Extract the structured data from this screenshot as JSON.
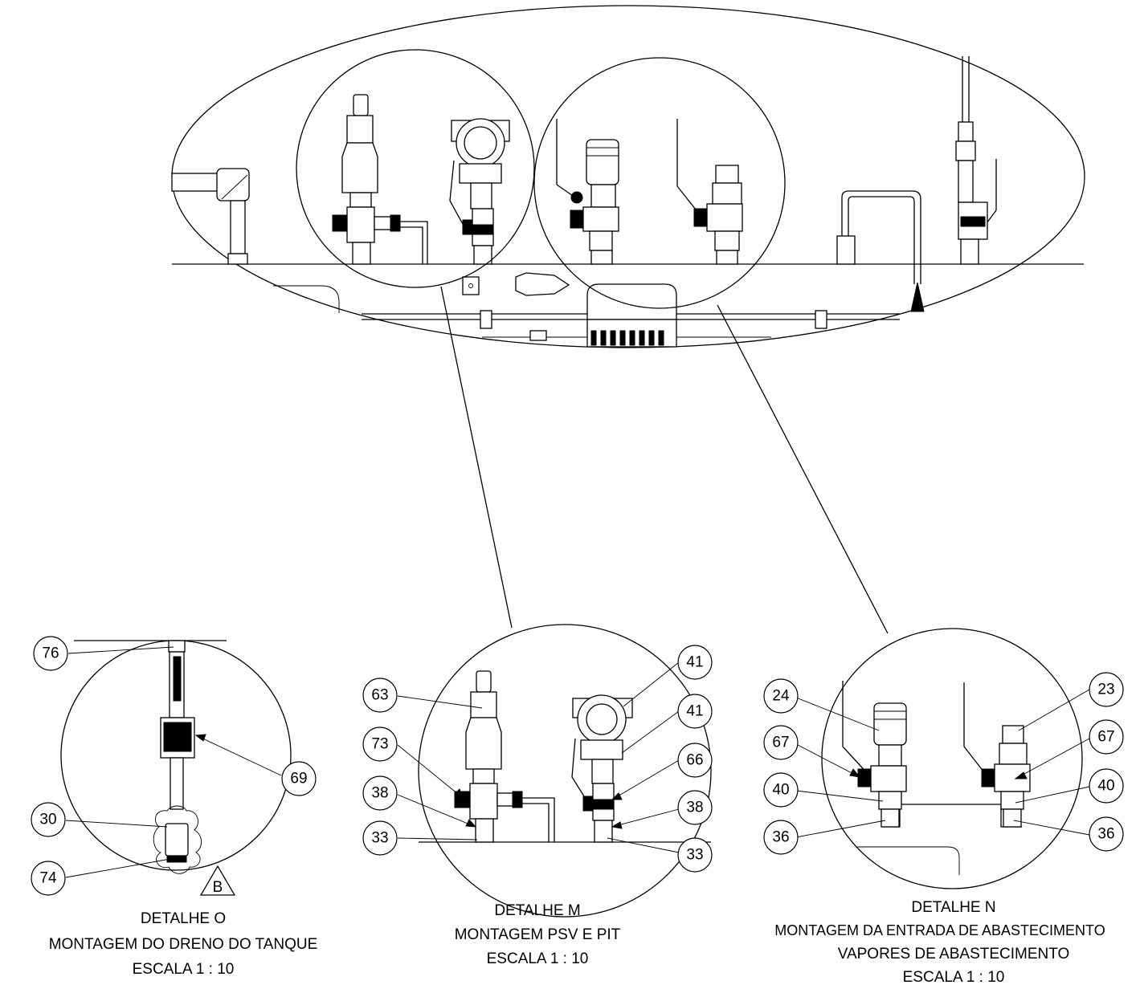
{
  "balloons": [
    {
      "label": "76"
    },
    {
      "label": "69"
    },
    {
      "label": "30"
    },
    {
      "label": "74"
    },
    {
      "label": "63"
    },
    {
      "label": "73"
    },
    {
      "label": "38"
    },
    {
      "label": "33"
    },
    {
      "label": "41"
    },
    {
      "label": "41"
    },
    {
      "label": "66"
    },
    {
      "label": "38"
    },
    {
      "label": "33"
    },
    {
      "label": "24"
    },
    {
      "label": "67"
    },
    {
      "label": "40"
    },
    {
      "label": "36"
    },
    {
      "label": "23"
    },
    {
      "label": "67"
    },
    {
      "label": "40"
    },
    {
      "label": "36"
    }
  ],
  "revision_mark": "B",
  "details": {
    "o": {
      "title": "DETALHE O",
      "subtitle": "MONTAGEM DO DRENO DO TANQUE",
      "scale": "ESCALA 1 : 10"
    },
    "m": {
      "title": "DETALHE M",
      "subtitle": "MONTAGEM PSV E PIT",
      "scale": "ESCALA 1 : 10"
    },
    "n": {
      "title": "DETALHE N",
      "subtitle": "MONTAGEM DA ENTRADA DE ABASTECIMENTO",
      "subtitle2": "VAPORES DE ABASTECIMENTO",
      "scale": "ESCALA 1 : 10"
    }
  }
}
